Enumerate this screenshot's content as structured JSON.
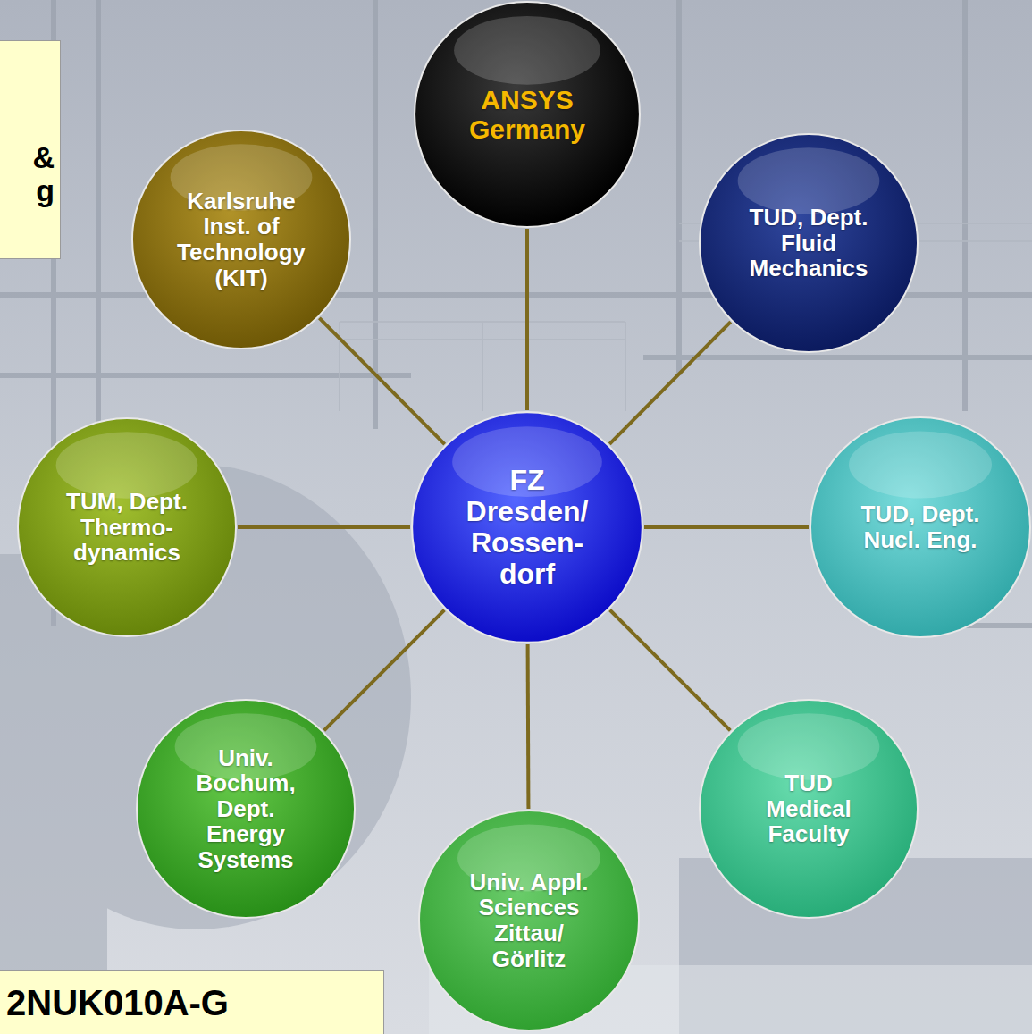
{
  "diagram": {
    "nodes": [
      {
        "text": [
          "& g"
        ]
      },
      {
        "text": [
          "ANSYS Germany"
        ]
      },
      {
        "text": [
          "Karlsruhe Inst. of Technology (KIT)"
        ]
      },
      {
        "text": [
          "TUD, Dept. Fluid Mechanics"
        ]
      },
      {
        "text": [
          "TUM, Dept. Thermo- dynamics"
        ]
      },
      {
        "text": [
          "FZ Dresden/ Rossen- dorf"
        ]
      },
      {
        "text": [
          "TUD, Dept. Nucl. Eng."
        ]
      },
      {
        "text": [
          "Univ. Bochum, Dept. Energy Systems"
        ]
      },
      {
        "text": [
          "TUD Medical Faculty"
        ]
      },
      {
        "text": [
          "Univ. Appl. Sciences Zittau/ Görlitz"
        ]
      },
      {
        "text": [
          "2NUK010A-G"
        ]
      }
    ],
    "edges": [
      {
        "from": 5,
        "to": 1,
        "arrow": "none"
      },
      {
        "from": 5,
        "to": 2,
        "arrow": "none"
      },
      {
        "from": 5,
        "to": 3,
        "arrow": "none"
      },
      {
        "from": 5,
        "to": 4,
        "arrow": "none"
      },
      {
        "from": 5,
        "to": 6,
        "arrow": "none"
      },
      {
        "from": 5,
        "to": 7,
        "arrow": "none"
      },
      {
        "from": 5,
        "to": 8,
        "arrow": "none"
      },
      {
        "from": 5,
        "to": 9,
        "arrow": "none"
      }
    ]
  }
}
